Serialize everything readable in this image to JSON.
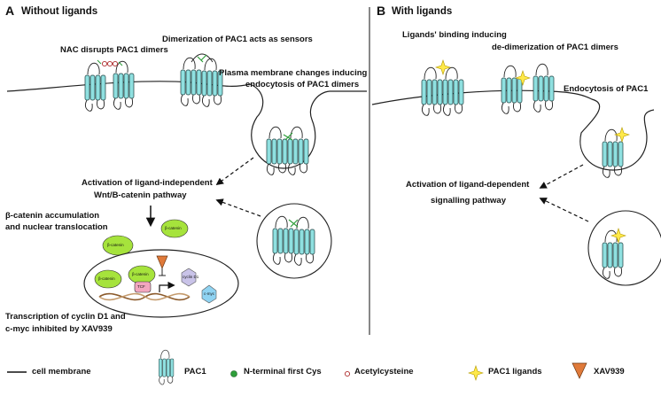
{
  "panel_a": {
    "letter": "A",
    "title": "Without ligands",
    "labels": {
      "nac": "NAC disrupts PAC1 dimers",
      "dimerization": "Dimerization of PAC1 acts as sensors",
      "membrane_changes_1": "Plasma membrane changes inducing",
      "membrane_changes_2": "endocytosis of PAC1 dimers",
      "activation_1": "Activation of ligand-independent",
      "activation_2": "Wnt/B-catenin pathway",
      "accumulation_1": "β-catenin accumulation",
      "accumulation_2": "and nuclear translocation",
      "transcription_1": "Transcription of cyclin D1 and",
      "transcription_2": "c-myc inhibited by XAV939"
    },
    "nucleus": {
      "beta_catenin": "β-catenin",
      "tcf": "TCF",
      "cyclin_d1": "cyclin D1",
      "c_myc": "c-myc"
    }
  },
  "panel_b": {
    "letter": "B",
    "title": "With ligands",
    "labels": {
      "binding_1": "Ligands' binding inducing",
      "binding_2": "de-dimerization of PAC1 dimers",
      "endocytosis": "Endocytosis of PAC1",
      "activation_1": "Activation of ligand-dependent",
      "activation_2": "signalling pathway"
    }
  },
  "legend": {
    "cell_membrane": "cell membrane",
    "pac1": "PAC1",
    "n_terminal": "N-terminal first Cys",
    "acetylcysteine": "Acetylcysteine",
    "ligands": "PAC1 ligands",
    "xav939": "XAV939"
  },
  "colors": {
    "receptor": "#8fe0e0",
    "beta_catenin": "#a6e33c",
    "cys_dot": "#2e9e3a",
    "ligand_star": "#ffe94a",
    "xav939": "#e07a3a",
    "tcf": "#f2a6bf",
    "cyclin": "#c9c3e8",
    "c_myc": "#8fd3f2"
  }
}
